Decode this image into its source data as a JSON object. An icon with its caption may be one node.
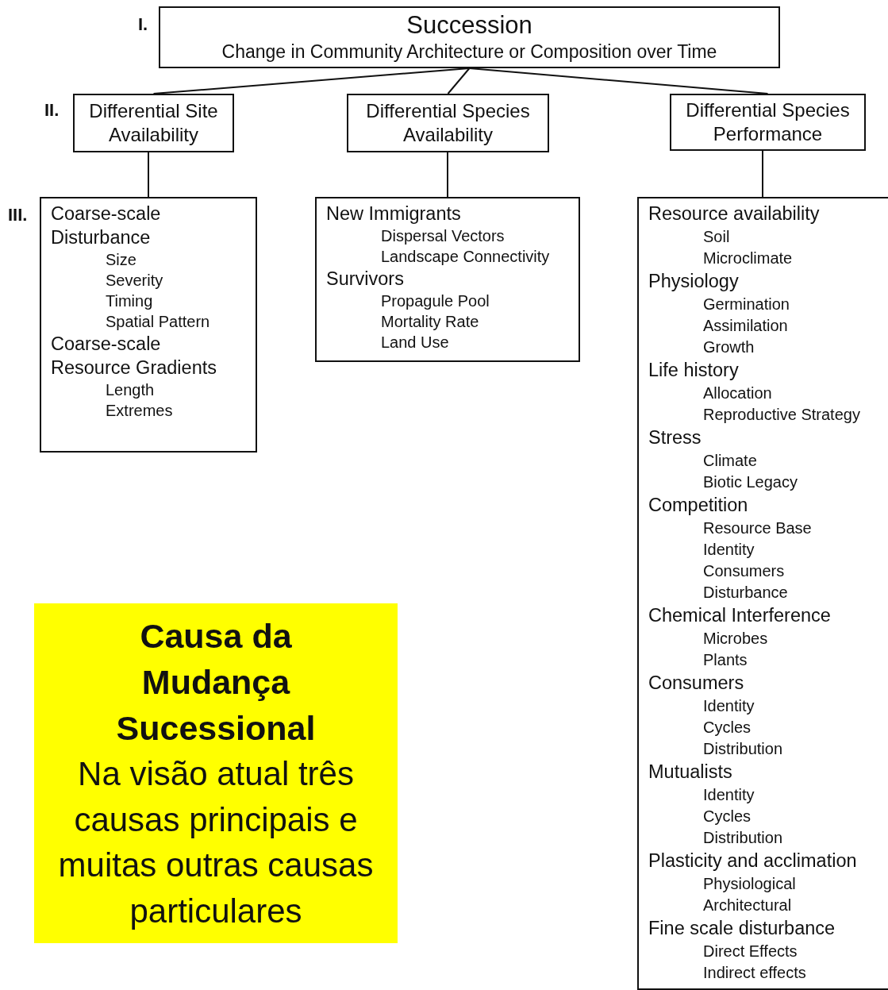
{
  "diagram": {
    "nodes": [
      {
        "text": [
          "Succession",
          "Change in Community Architecture or Composition over Time"
        ],
        "beside": [
          "I."
        ]
      },
      {
        "text": [
          "Differential Site Availability"
        ],
        "beside": [
          "II."
        ]
      },
      {
        "text": [
          "Differential Species Availability"
        ]
      },
      {
        "text": [
          "Differential Species Performance"
        ]
      },
      {
        "text": [
          "Coarse-scale Disturbance",
          "Size",
          "Severity",
          "Timing",
          "Spatial Pattern",
          "Coarse-scale Resource Gradients",
          "Length",
          "Extremes"
        ],
        "beside": [
          "III."
        ]
      },
      {
        "text": [
          "New Immigrants",
          "Dispersal Vectors",
          "Landscape Connectivity",
          "Survivors",
          "Propagule Pool",
          "Mortality Rate",
          "Land Use"
        ]
      },
      {
        "text": [
          "Resource availability",
          "Soil",
          "Microclimate",
          "Physiology",
          "Germination",
          "Assimilation",
          "Growth",
          "Life history",
          "Allocation",
          "Reproductive Strategy",
          "Stress",
          "Climate",
          "Biotic Legacy",
          "Competition",
          "Resource Base",
          "Identity",
          "Consumers",
          "Disturbance",
          "Chemical Interference",
          "Microbes",
          "Plants",
          "Consumers",
          "Identity",
          "Cycles",
          "Distribution",
          "Mutualists",
          "Identity",
          "Cycles",
          "Distribution",
          "Plasticity and acclimation",
          "Physiological",
          "Architectural",
          "Fine scale disturbance",
          "Direct Effects",
          "Indirect effects"
        ]
      },
      {
        "text": [
          "Causa da Mudança Sucessional",
          "Na visão atual três causas principais e muitas outras causas particulares"
        ]
      }
    ],
    "edges": [
      {
        "from": 0,
        "to": 1,
        "arrow": "none"
      },
      {
        "from": 0,
        "to": 2,
        "arrow": "none"
      },
      {
        "from": 0,
        "to": 3,
        "arrow": "none"
      },
      {
        "from": 1,
        "to": 4,
        "arrow": "none"
      },
      {
        "from": 2,
        "to": 5,
        "arrow": "none"
      },
      {
        "from": 3,
        "to": 6,
        "arrow": "none"
      }
    ]
  }
}
